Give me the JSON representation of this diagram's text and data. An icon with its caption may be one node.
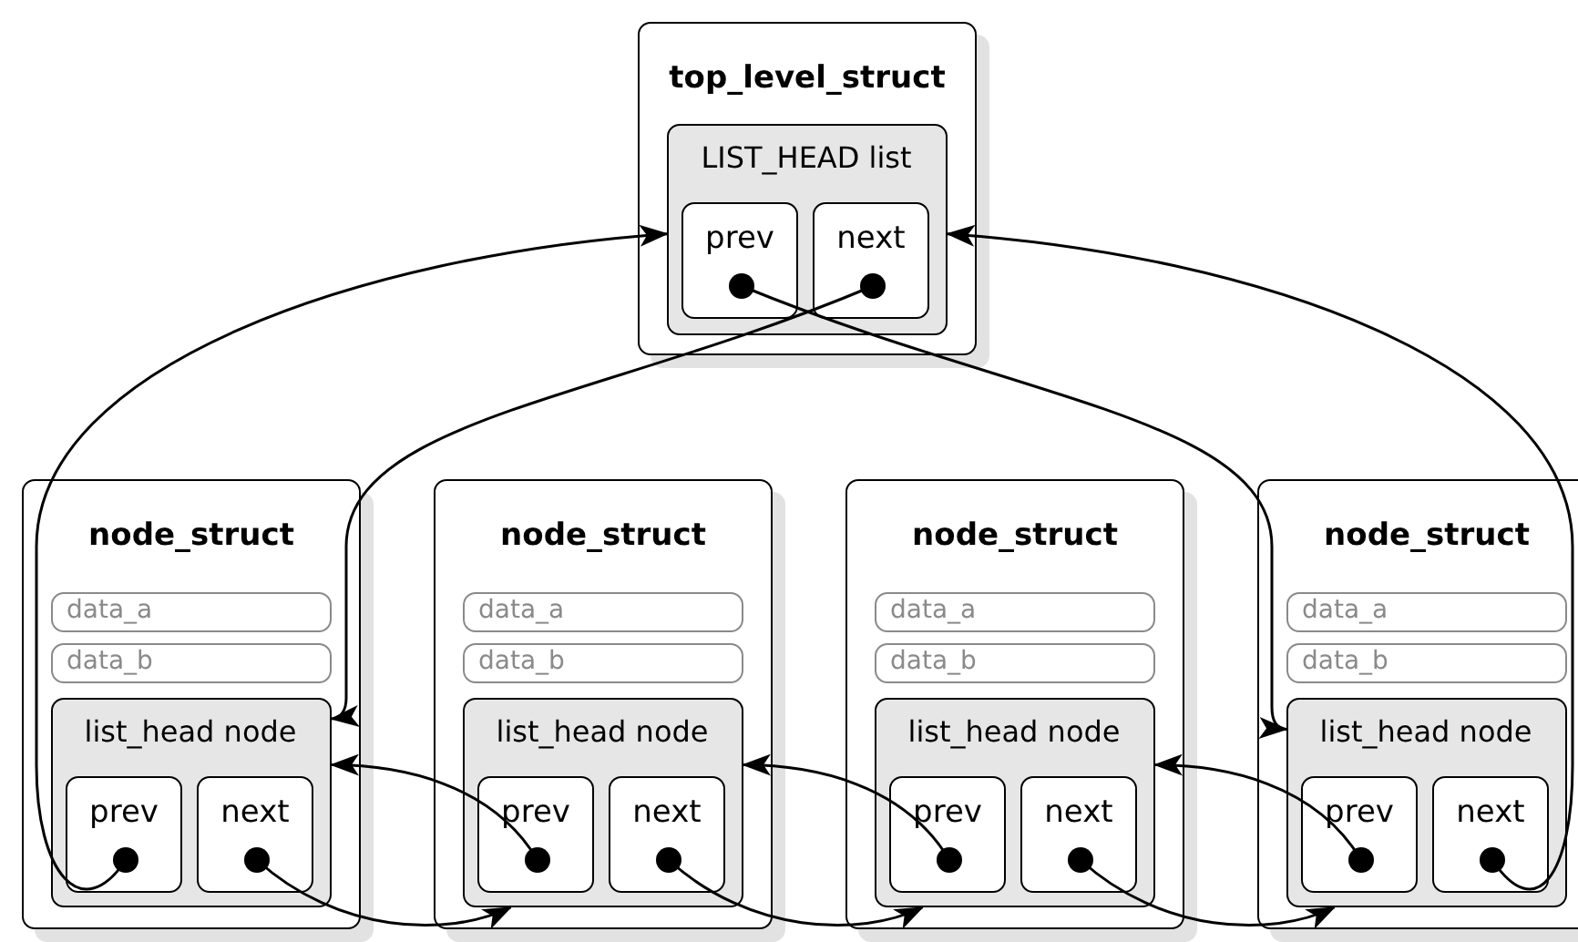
{
  "diagram": {
    "nodes": [
      {
        "text": [
          "top_level_struct"
        ]
      },
      {
        "text": [
          "LIST_HEAD list"
        ],
        "in": 0
      },
      {
        "text": [
          "prev"
        ],
        "in": 1
      },
      {
        "text": [
          "next"
        ],
        "in": 1
      },
      {
        "text": [
          "node_struct"
        ]
      },
      {
        "text": [
          "data_a"
        ],
        "in": 4
      },
      {
        "text": [
          "data_b"
        ],
        "in": 4
      },
      {
        "text": [
          "list_head node"
        ],
        "in": 4
      },
      {
        "text": [
          "prev"
        ],
        "in": 7
      },
      {
        "text": [
          "next"
        ],
        "in": 7
      },
      {
        "text": [
          "node_struct"
        ]
      },
      {
        "text": [
          "data_a"
        ],
        "in": 10
      },
      {
        "text": [
          "data_b"
        ],
        "in": 10
      },
      {
        "text": [
          "list_head node"
        ],
        "in": 10
      },
      {
        "text": [
          "prev"
        ],
        "in": 13
      },
      {
        "text": [
          "next"
        ],
        "in": 13
      },
      {
        "text": [
          "node_struct"
        ]
      },
      {
        "text": [
          "data_a"
        ],
        "in": 16
      },
      {
        "text": [
          "data_b"
        ],
        "in": 16
      },
      {
        "text": [
          "list_head node"
        ],
        "in": 16
      },
      {
        "text": [
          "prev"
        ],
        "in": 19
      },
      {
        "text": [
          "next"
        ],
        "in": 19
      },
      {
        "text": [
          "node_struct"
        ]
      },
      {
        "text": [
          "data_a"
        ],
        "in": 22
      },
      {
        "text": [
          "data_b"
        ],
        "in": 22
      },
      {
        "text": [
          "list_head node"
        ],
        "in": 22
      },
      {
        "text": [
          "prev"
        ],
        "in": 25
      },
      {
        "text": [
          "next"
        ],
        "in": 25
      }
    ],
    "edges": [
      {
        "from": 2,
        "to": 25,
        "arrow": "to"
      },
      {
        "from": 3,
        "to": 7,
        "arrow": "to"
      },
      {
        "from": 8,
        "to": 1,
        "arrow": "to"
      },
      {
        "from": 27,
        "to": 1,
        "arrow": "to"
      },
      {
        "from": 9,
        "to": 13,
        "arrow": "to"
      },
      {
        "from": 14,
        "to": 7,
        "arrow": "to"
      },
      {
        "from": 15,
        "to": 19,
        "arrow": "to"
      },
      {
        "from": 20,
        "to": 13,
        "arrow": "to"
      },
      {
        "from": 21,
        "to": 25,
        "arrow": "to"
      },
      {
        "from": 26,
        "to": 19,
        "arrow": "to"
      }
    ]
  }
}
